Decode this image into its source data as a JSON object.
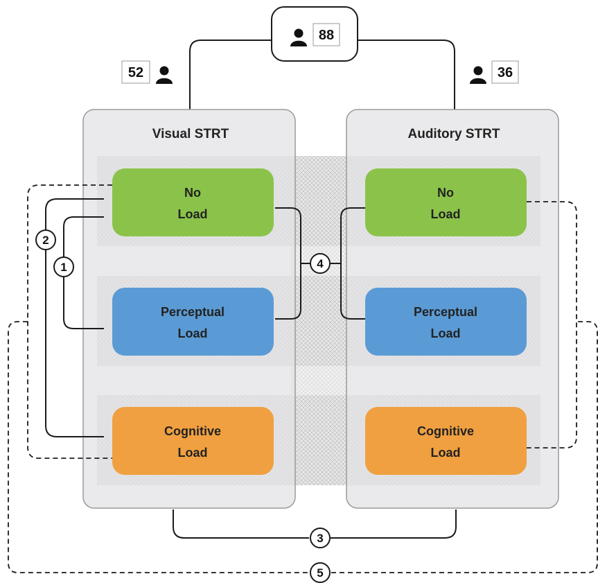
{
  "participants": {
    "total": "88",
    "visual": "52",
    "auditory": "36"
  },
  "icons": {
    "participant": "person-icon"
  },
  "panels": {
    "visual": {
      "title": "Visual STRT"
    },
    "auditory": {
      "title": "Auditory STRT"
    }
  },
  "conditions": {
    "no_load": {
      "line1": "No",
      "line2": "Load",
      "color": "#8BC34A"
    },
    "perceptual": {
      "line1": "Perceptual",
      "line2": "Load",
      "color": "#5B9BD5"
    },
    "cognitive": {
      "line1": "Cognitive",
      "line2": "Load",
      "color": "#F0A040"
    }
  },
  "comparisons": [
    "1",
    "2",
    "3",
    "4",
    "5"
  ],
  "colors": {
    "panel": "#E3E3E5",
    "panel_border": "#9A9A9A",
    "line": "#1A1A1A"
  }
}
